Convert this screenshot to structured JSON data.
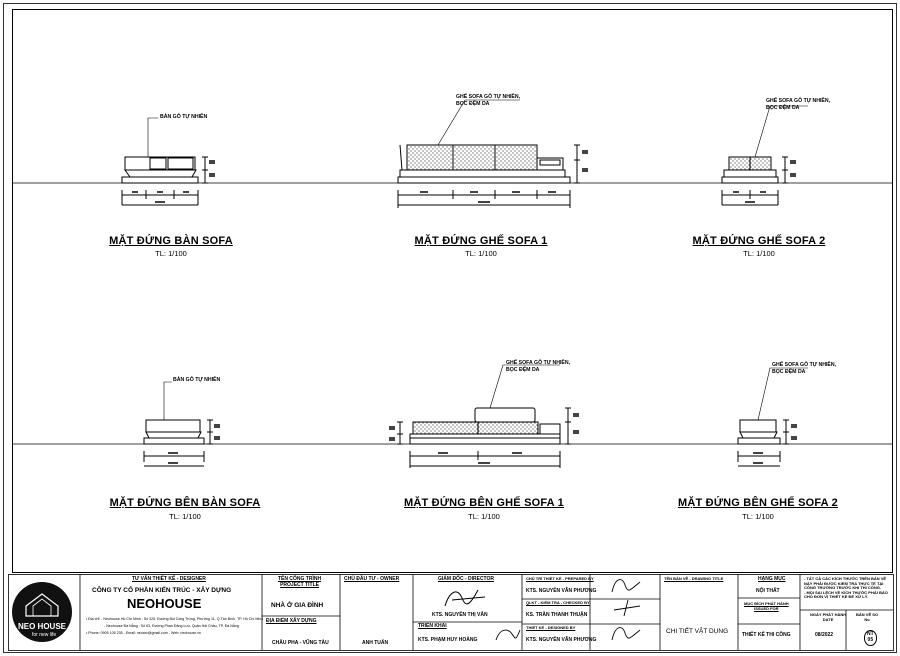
{
  "views": [
    {
      "title": "MẶT ĐỨNG BÀN SOFA",
      "scale": "TL: 1/100",
      "note": [
        "BÀN GỖ TỰ NHIÊN"
      ]
    },
    {
      "title": "MẶT ĐỨNG GHẾ SOFA 1",
      "scale": "TL: 1/100",
      "note": [
        "GHẾ SOFA GỖ TỰ NHIÊN,",
        "BỌC ĐỆM DA"
      ]
    },
    {
      "title": "MẶT ĐỨNG GHẾ SOFA 2",
      "scale": "TL: 1/100",
      "note": [
        "GHẾ SOFA GỖ TỰ NHIÊN,",
        "BỌC ĐỆM DA"
      ]
    },
    {
      "title": "MẶT ĐỨNG BÊN BÀN SOFA",
      "scale": "TL: 1/100",
      "note": [
        "BÀN GỖ TỰ NHIÊN"
      ]
    },
    {
      "title": "MẶT ĐỨNG BÊN GHẾ SOFA 1",
      "scale": "TL: 1/100",
      "note": [
        "GHẾ SOFA GỖ TỰ NHIÊN,",
        "BỌC ĐỆM DA"
      ]
    },
    {
      "title": "MẶT ĐỨNG BÊN GHẾ SOFA 2",
      "scale": "TL: 1/100",
      "note": [
        "GHẾ SOFA GỖ TỰ NHIÊN,",
        "BỌC ĐỆM DA"
      ]
    }
  ],
  "title_block": {
    "logo": {
      "name": "NEO HOUSE",
      "tagline": "for new life"
    },
    "consultant_heading": "TƯ VẤN THIẾT KẾ - DESIGNER",
    "company": "CÔNG TY CỔ PHẦN KIẾN TRÚC - XÂY DỰNG",
    "brand": "NEOHOUSE",
    "address_lines": [
      "• Địa chỉ: - Neohouse Hồ Chí Minh : Số 325, Đường Bùi Công Trừng, Phường 11, Q.Tân Bình, TP. Hồ Chí Minh",
      "- Neohouse Đà Nẵng    : Số 63, Đường Phan Đăng Lưu, Quận Hải Châu, TP. Đà Nẵng",
      "• Phone: 0905 105 235 - Email: neoarc@gmail.com - Web: neohouse.vn"
    ],
    "project_heading": [
      "TÊN CÔNG TRÌNH",
      "PROJECT TITLE"
    ],
    "project": "NHÀ Ở GIA ĐÌNH",
    "location_heading": "ĐỊA ĐIỂM XÂY DỰNG",
    "location": "CHÂU PHA - VŨNG TÀU",
    "owner_heading": "CHỦ ĐẦU TƯ - OWNER",
    "owner": "ANH TUẤN",
    "director_heading": "GIÁM ĐỐC - DIRECTOR",
    "director": "KTS. NGUYỄN THỊ VÂN",
    "deployed_heading": "TRIỂN KHAI",
    "deployed": "KTS. PHẠM HUY HOÀNG",
    "lead_heading": "CHỦ TRÌ THIẾT KẾ - PREPARED BY",
    "lead": "KTS. NGUYỄN VĂN PHƯƠNG",
    "checked_heading": "QLKT - KIỂM TRA - CHECKED BY",
    "checked": "KS. TRẦN THANH THUẬN",
    "designer_heading": "THIẾT KẾ - DESIGNED BY",
    "designer": "KTS. NGUYỄN VĂN PHƯƠNG",
    "drawing_title_heading": "TÊN BẢN VẼ - DRAWING TITLE",
    "drawing_title": "CHI TIẾT VẬT DỤNG",
    "category_heading": "HẠNG MỤC",
    "category": "NỘI THẤT",
    "issue_heading": [
      "MỤC ĐÍCH PHÁT HÀNH",
      "ISSUED FOR"
    ],
    "issue": "THIẾT KẾ THI CÔNG",
    "notes": [
      "- TẤT CẢ CÁC KÍCH THƯỚC TRÊN BẢN VẼ",
      "NÀY PHẢI ĐƯỢC KIỂM TRA THỰC TẾ TẠI",
      "CÔNG TRƯỜNG TRƯỚC KHI THI CÔNG.",
      "- MỌI SAI LỆCH VỀ KÍCH THƯỚC PHẢI BÁO",
      "CHO ĐƠN VỊ THIẾT KẾ ĐỂ XỬ LÝ."
    ],
    "date_heading": [
      "NGÀY PHÁT HÀNH",
      "DATE"
    ],
    "date": "08/2022",
    "sheet_heading": [
      "BẢN VẼ SỐ",
      "No"
    ],
    "sheet_no": [
      "NT",
      "05"
    ]
  }
}
